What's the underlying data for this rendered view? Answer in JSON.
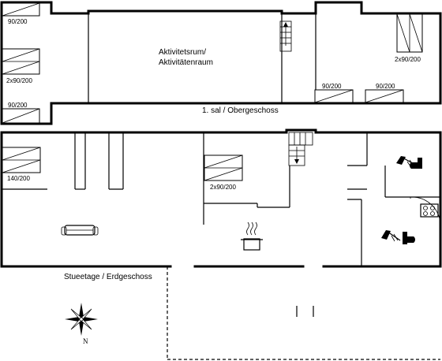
{
  "floors": {
    "upper_label": "1. sal / Obergeschoss",
    "ground_label": "Stueetage / Erdgeschoss"
  },
  "upper": {
    "room_line1": "Aktivitetsrum/",
    "room_line2": "Aktivitätenraum",
    "bed_top_left": "90/200",
    "bed_mid_left": "2x90/200",
    "bed_bottom_left": "90/200",
    "bed_right_double": "2x90/200",
    "bed_right_a": "90/200",
    "bed_right_b": "90/200"
  },
  "ground": {
    "bed_left": "140/200",
    "bed_center": "2x90/200"
  },
  "compass": {
    "north": "N"
  },
  "icons": [
    "sofa-icon",
    "cooking-pot-icon",
    "shower-icon",
    "toilet-icon",
    "hob-icon",
    "compass-rose-icon",
    "stair-arrow-icon"
  ]
}
